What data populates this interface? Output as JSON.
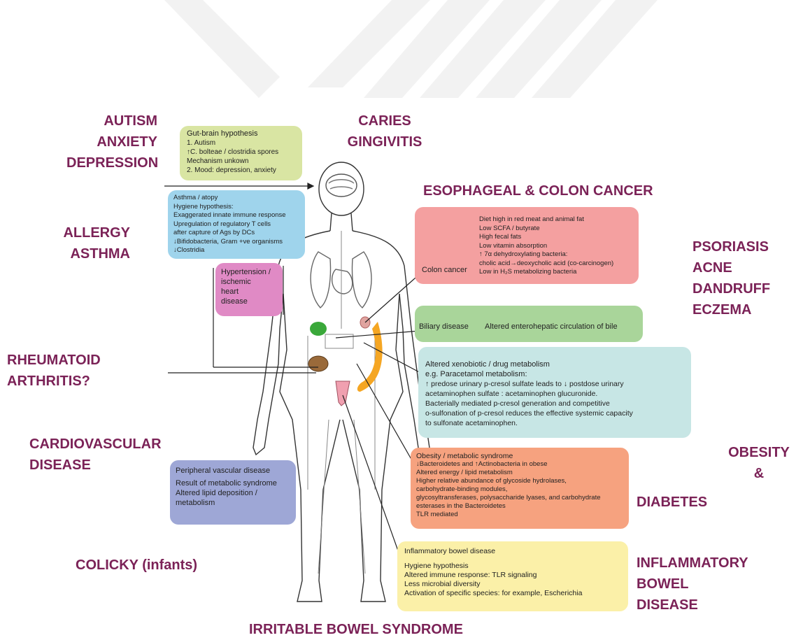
{
  "colors": {
    "label": "#7b2257",
    "box_green": "#d9e5a3",
    "box_blue": "#9fd4ec",
    "box_pink": "#e08ac5",
    "box_red": "#f4a0a0",
    "box_green2": "#a9d59a",
    "box_cyan": "#c7e6e5",
    "box_purple": "#9ea7d6",
    "box_salmon": "#f6a27f",
    "box_yellow": "#fbf0a8"
  },
  "labels": {
    "autism": [
      "AUTISM",
      "ANXIETY",
      "DEPRESSION"
    ],
    "caries": [
      "CARIES",
      "GINGIVITIS"
    ],
    "esophageal": [
      "ESOPHAGEAL & COLON CANCER"
    ],
    "allergy": [
      "ALLERGY",
      "ASTHMA"
    ],
    "psoriasis": [
      "PSORIASIS",
      "ACNE",
      "DANDRUFF",
      "ECZEMA"
    ],
    "rheumatoid": [
      "RHEUMATOID",
      "ARTHRITIS?"
    ],
    "cardio": [
      "CARDIOVASCULAR",
      "DISEASE"
    ],
    "obesity": [
      "OBESITY",
      "&"
    ],
    "diabetes": [
      "DIABETES"
    ],
    "colicky": [
      "COLICKY (infants)"
    ],
    "ibd": [
      "INFLAMMATORY",
      "BOWEL",
      "DISEASE"
    ],
    "ibs": [
      "IRRITABLE BOWEL SYNDROME"
    ]
  },
  "boxes": {
    "gut_brain": [
      "Gut-brain hypothesis",
      "1. Autism",
      "↑C. bolteae / clostridia spores",
      "Mechanism unkown",
      "2. Mood: depression, anxiety"
    ],
    "asthma": [
      "Asthma / atopy",
      "Hygiene hypothesis:",
      "Exaggerated innate immune response",
      "Upregulation of regulatory T cells",
      "after capture of Ags by DCs",
      "↓Bifidobacteria, Gram +ve organisms",
      "↓Clostridia"
    ],
    "hypertension": [
      "Hypertension /",
      "ischemic",
      "heart",
      "disease"
    ],
    "colon_title": "Colon cancer",
    "colon": [
      "Diet high in red meat and animal fat",
      "Low SCFA / butyrate",
      "High fecal fats",
      "Low vitamin absorption",
      "↑ 7α dehydroxylating bacteria:",
      "cholic acid→deoxycholic acid (co-carcinogen)",
      "Low in H₂S metabolizing bacteria"
    ],
    "biliary_title": "Biliary disease",
    "biliary": "Altered enterohepatic circulation of bile",
    "xenobiotic": [
      "Altered xenobiotic / drug metabolism",
      "e.g. Paracetamol metabolism:",
      "↑ predose urinary p-cresol sulfate leads to ↓ postdose urinary",
      "acetaminophen sulfate : acetaminophen glucuronide.",
      "Bacterially mediated p-cresol generation and competitive",
      "o-sulfonation of p-cresol reduces the effective systemic capacity",
      "to sulfonate acetaminophen."
    ],
    "peripheral": [
      "Peripheral vascular disease",
      "Result of metabolic syndrome",
      "Altered lipid deposition /",
      "metabolism"
    ],
    "obesity": [
      "Obesity / metabolic syndrome",
      "↓Bacteroidetes and ↑Actinobacteria in obese",
      "Altered energy / lipid metabolism",
      "Higher relative abundance of glycoside hydrolases,",
      "carbohydrate-binding modules,",
      "glycosyltransferases, polysaccharide lyases, and carbohydrate",
      "esterases in the Bacteroidetes",
      "TLR mediated"
    ],
    "ibd": [
      "Inflammatory bowel disease",
      "Hygiene hypothesis",
      "Altered immune response: TLR signaling",
      "Less microbial diversity",
      "Activation of specific species: for example, Escherichia"
    ]
  }
}
